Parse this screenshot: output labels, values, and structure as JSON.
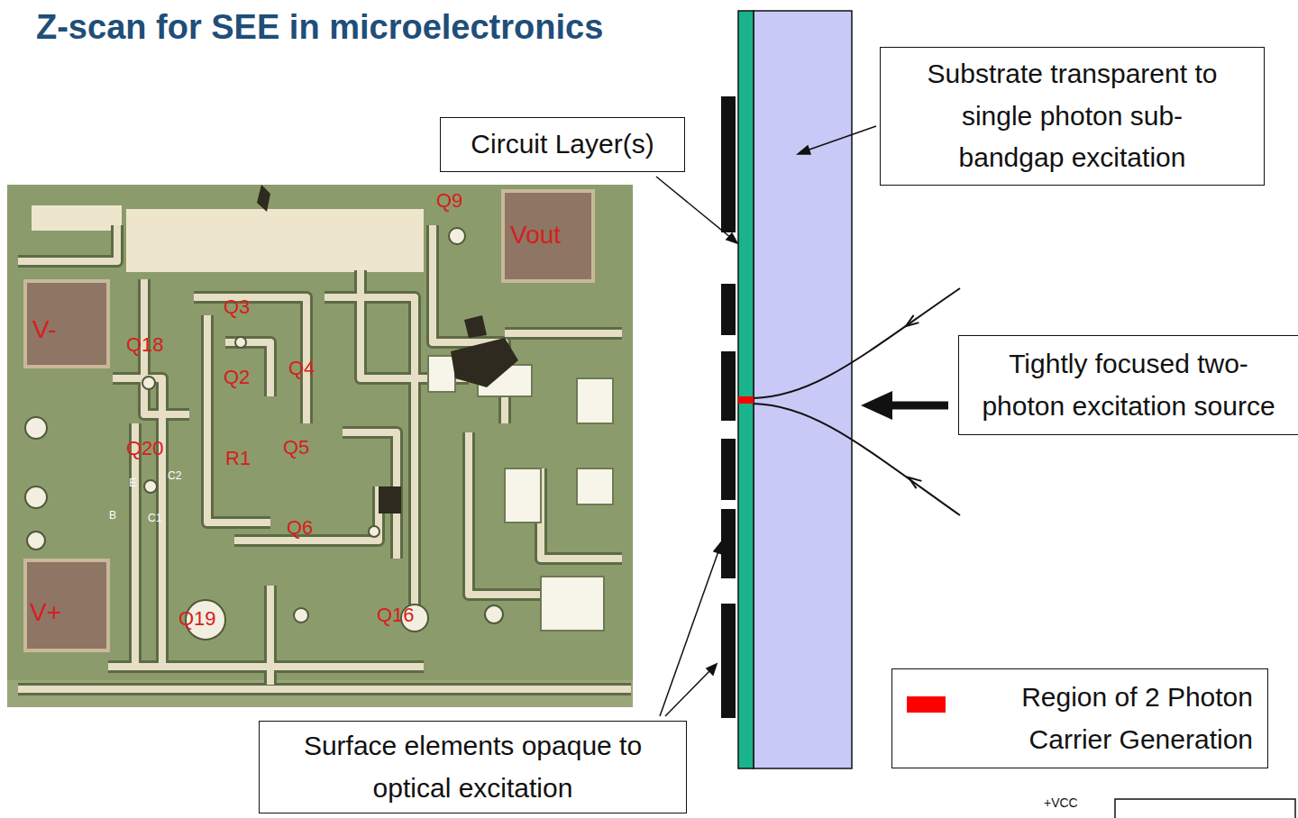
{
  "diagram": {
    "title": "Z-scan for SEE in microelectronics",
    "nodes": [
      {
        "text": [
          "Circuit Layer(s)"
        ]
      },
      {
        "text": [
          "Substrate transparent to single photon sub-bandgap excitation"
        ]
      },
      {
        "text": [
          "Tightly focused two-photon excitation source"
        ]
      },
      {
        "text": [
          "Surface elements opaque to optical excitation"
        ]
      }
    ],
    "labels": [
      "Q9",
      "Vout",
      "V-",
      "Q3",
      "Q18",
      "Q2",
      "Q4",
      "Q20",
      "R1",
      "Q5",
      "C2",
      "E",
      "B",
      "C1",
      "Q6",
      "V+",
      "Q19",
      "Q16",
      "+VCC"
    ],
    "legend": [
      {
        "text": "Region of 2 Photon Carrier Generation",
        "color": "#ff0000"
      }
    ]
  }
}
